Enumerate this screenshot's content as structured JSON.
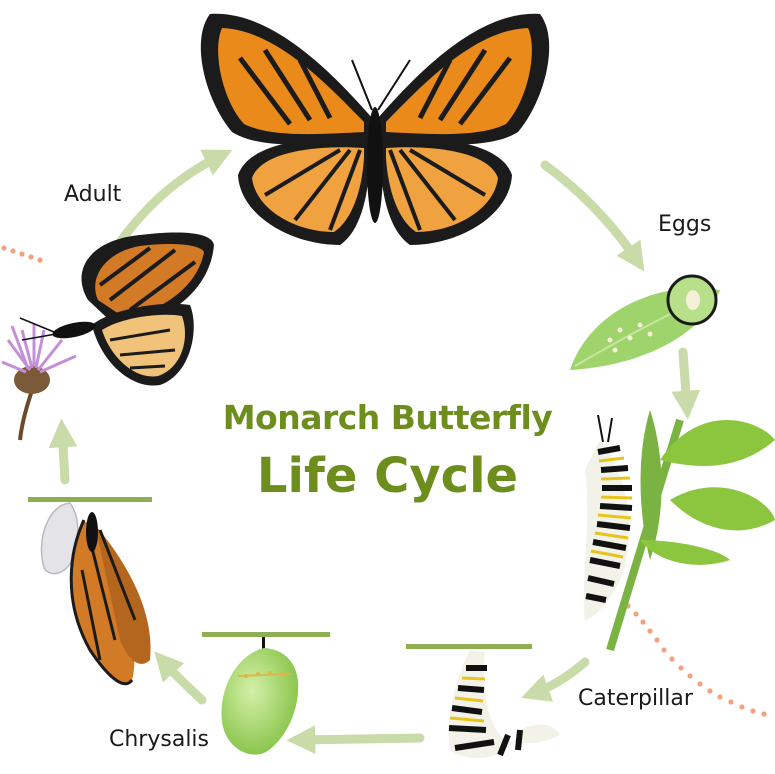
{
  "title": {
    "line1": "Monarch Butterfly",
    "line2": "Life Cycle",
    "color": "#6d8e1c"
  },
  "stages": {
    "adult": "Adult",
    "eggs": "Eggs",
    "caterpillar": "Caterpillar",
    "chrysalis": "Chrysalis"
  },
  "colors": {
    "arrow": "#c8dba8",
    "dots": "#f2a27e",
    "wing_orange": "#e98a1b",
    "wing_black": "#1b1b1b",
    "leaf_green": "#8cc63f",
    "chrysalis_green": "#9fd36b",
    "flower_purple": "#c48fd8"
  }
}
